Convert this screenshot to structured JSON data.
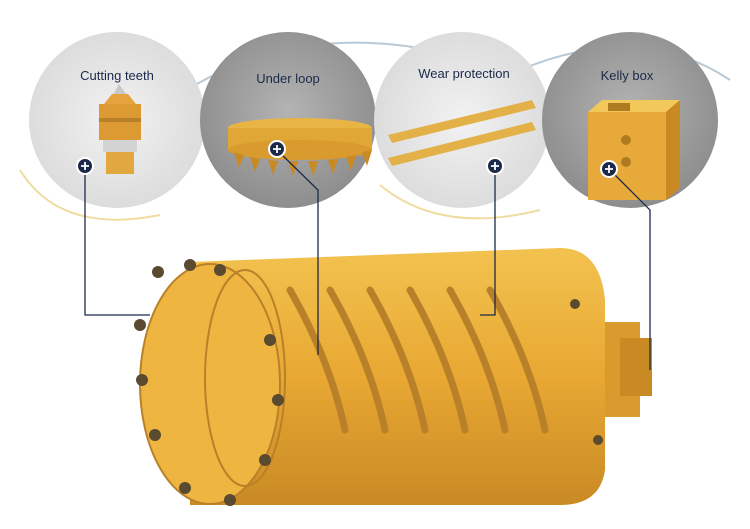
{
  "components": [
    {
      "id": "cutting-teeth",
      "label": "Cutting teeth"
    },
    {
      "id": "under-loop",
      "label": "Under loop"
    },
    {
      "id": "wear-protection",
      "label": "Wear protection"
    },
    {
      "id": "kelly-box",
      "label": "Kelly box"
    }
  ],
  "colors": {
    "gold": "#e8ac3a",
    "gold_light": "#f5c65a",
    "gold_dark": "#b9802a",
    "circle_light": "#e6e6e6",
    "circle_dark": "#9b9b9b",
    "leader": "#1b2a4a",
    "arc": "#b8c9d6",
    "arc_yellow": "#f0dca0"
  },
  "icons": {
    "hotspot": "plus-circle-icon"
  }
}
